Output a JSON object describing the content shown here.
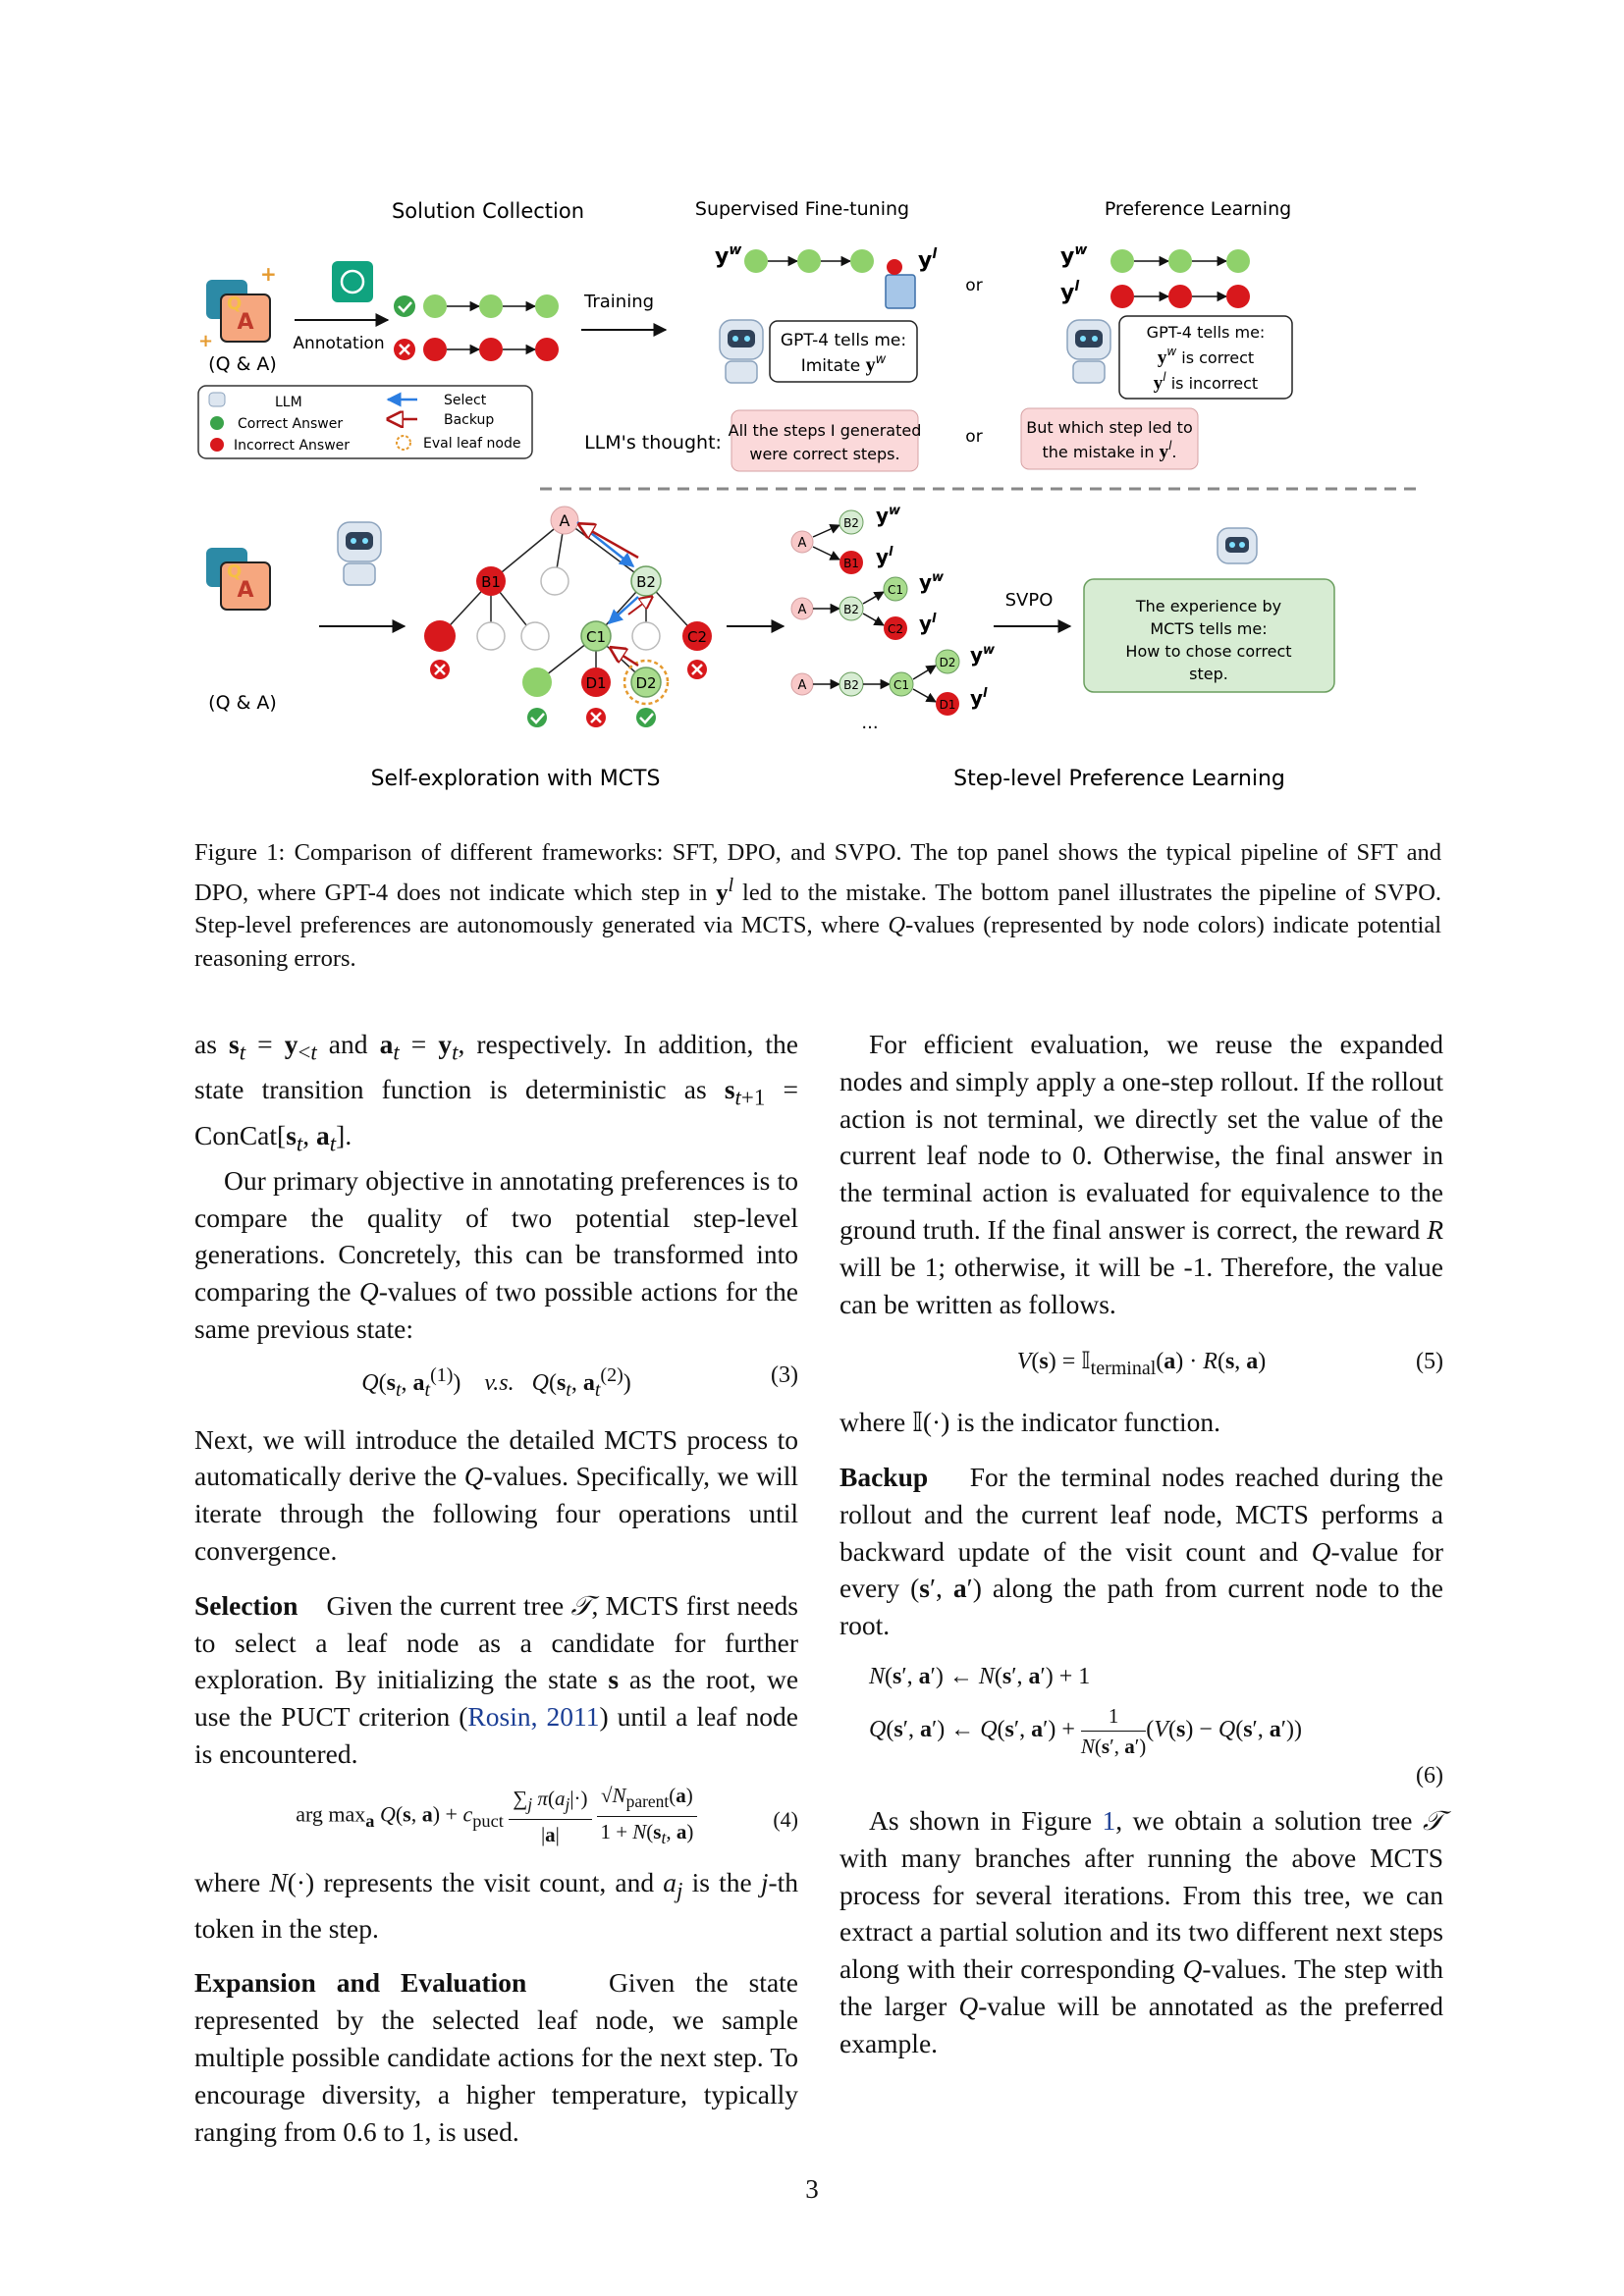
{
  "figure": {
    "top_left_title": "Solution Collection",
    "annotation_label": "Annotation",
    "qa_label": "(Q & A)",
    "q_letter": "Q",
    "a_letter": "A",
    "training_label": "Training",
    "sft_title": "Supervised Fine-tuning",
    "pref_title": "Preference Learning",
    "or_label": "or",
    "yw": "y",
    "yw_sup": "w",
    "yl": "y",
    "yl_sup": "l",
    "gpt_tells": "GPT-4 tells me:",
    "imitate": "Imitate",
    "is_correct": "is correct",
    "is_incorrect": "is incorrect",
    "thought_label": "LLM's thought:",
    "thought1_line1": "All the steps I generated",
    "thought1_line2": "were correct steps.",
    "thought2_line1": "But which step led to",
    "thought2_line2": "the mistake in",
    "legend": {
      "llm": "LLM",
      "correct": "Correct Answer",
      "incorrect": "Incorrect Answer",
      "select": "Select",
      "backup": "Backup",
      "eval": "Eval leaf node"
    },
    "nodes": {
      "A": "A",
      "B1": "B1",
      "B2": "B2",
      "C1": "C1",
      "C2": "C2",
      "D1": "D1",
      "D2": "D2"
    },
    "svpo_label": "SVPO",
    "experience_lines": [
      "The experience by",
      "MCTS tells me:",
      "How to chose correct",
      "step."
    ],
    "ellipsis": "...",
    "bottom_left_title": "Self-exploration with MCTS",
    "bottom_right_title": "Step-level Preference Learning"
  },
  "caption": {
    "label": "Figure 1:",
    "text_a": "Comparison of different frameworks: SFT, DPO, and",
    "svpo": "SVPO",
    "text_b": ". The top panel shows the typical pipeline of SFT and DPO, where GPT-4 does not indicate which step in",
    "text_c": "led to the mistake. The bottom panel illustrates the pipeline of",
    "text_d": ". Step-level preferences are autonomously generated via MCTS, where",
    "text_e": "-values (represented by node colors) indicate potential reasoning errors."
  },
  "left": {
    "p1_a": "as",
    "p1_b": "and",
    "p1_c": ", respectively. In addition, the state transition function is deterministic as",
    "p2": "Our primary objective in annotating preferences is to compare the quality of two potential step-level generations. Concretely, this can be transformed into comparing the",
    "p2_b": "-values of two possible actions for the same previous state:",
    "eq3_num": "(3)",
    "eq3_vs": "v.s.",
    "p3_a": "Next, we will introduce the detailed MCTS process to automatically derive the",
    "p3_b": "-values. Specifically, we will iterate through the following four operations until convergence.",
    "sel_head": "Selection",
    "sel_a": "Given the current tree",
    "sel_b": ", MCTS first needs to select a leaf node as a candidate for further exploration. By initializing the state",
    "sel_c": "as the root, we use the PUCT criterion (",
    "sel_cite": "Rosin",
    "sel_year": "2011",
    "sel_d": ") until a leaf node is encountered.",
    "eq4_num": "(4)",
    "p4_a": "where",
    "p4_b": "represents the visit count, and",
    "p4_c": "is the",
    "p4_d": "-th token in the step.",
    "exp_head": "Expansion and Evaluation",
    "exp_text": "Given the state represented by the selected leaf node, we sample multiple possible candidate actions for the next step. To encourage diversity, a higher temperature, typically ranging from 0.6 to 1, is used."
  },
  "right": {
    "p1": "For efficient evaluation, we reuse the expanded nodes and simply apply a one-step rollout. If the rollout action is not terminal, we directly set the value of the current leaf node to 0. Otherwise, the final answer in the terminal action is evaluated for equivalence to the ground truth. If the final answer is correct, the reward",
    "p1_b": "will be 1; otherwise, it will be -1. Therefore, the value can be written as follows.",
    "eq5_num": "(5)",
    "p2_a": "where",
    "p2_b": "is the indicator function.",
    "back_head": "Backup",
    "back_a": "For the terminal nodes reached during the rollout and the current leaf node, MCTS performs a backward update of the visit count and",
    "back_b": "-value for every",
    "back_c": "along the path from current node to the root.",
    "eq6_num": "(6)",
    "p4_a": "As shown in Figure",
    "p4_ref": "1",
    "p4_b": ", we obtain a solution tree",
    "p4_c": "with many branches after running the above MCTS process for several iterations. From this tree, we can extract a partial solution and its two different next steps along with their corresponding",
    "p4_d": "-values. The step with the larger",
    "p4_e": "-value will be annotated as the preferred example."
  },
  "page_number": "3",
  "colors": {
    "green": "#8fd16b",
    "red": "#d8181c",
    "pink": "#f8c8c8",
    "box_pink": "#fbd9da",
    "box_green": "#d7ecd3",
    "blue": "#2b7de1",
    "dark_red": "#b11717"
  }
}
